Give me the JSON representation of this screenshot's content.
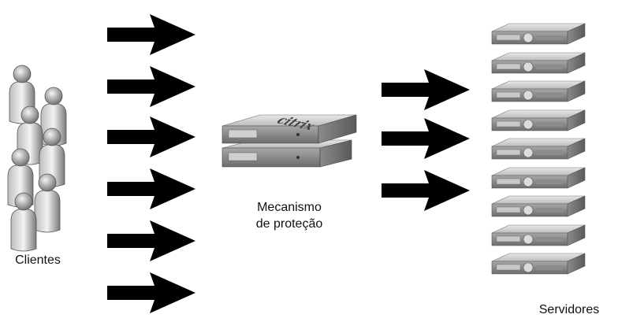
{
  "labels": {
    "clients": "Clientes",
    "mechanism_line1": "Mecanismo",
    "mechanism_line2": "de proteção",
    "servers": "Servidores"
  },
  "device": {
    "brand": "citrix"
  },
  "counts": {
    "clients": 7,
    "inbound_arrows": 6,
    "outbound_arrows": 3,
    "servers": 9
  },
  "colors": {
    "arrow": "#000000",
    "figure_light": "#d6d6d6",
    "figure_dark": "#6e6e6e",
    "server_body": "#cfcfcf",
    "server_front": "#9a9a9a"
  },
  "icons": {
    "client": "person-icon",
    "mechanism": "citrix-appliance-icon",
    "server": "rack-server-icon",
    "flow": "arrow-right-icon"
  }
}
